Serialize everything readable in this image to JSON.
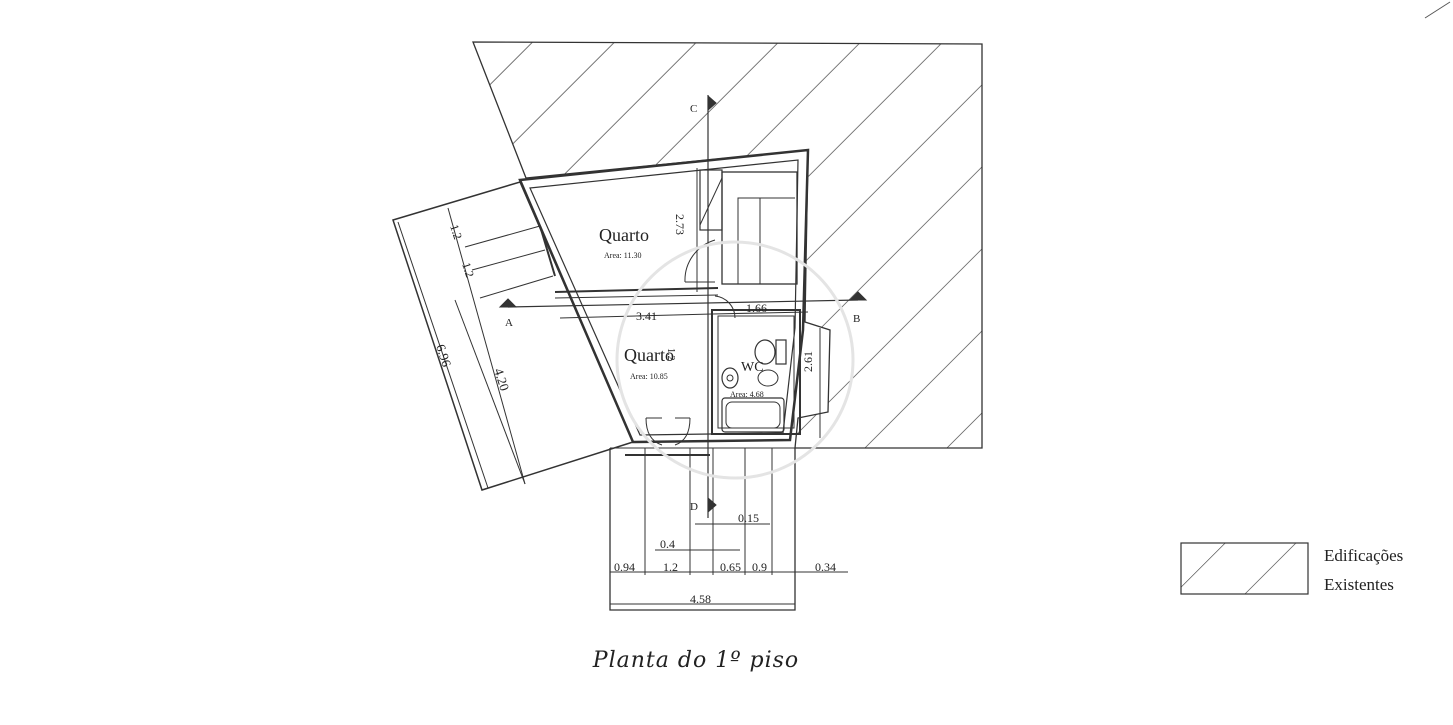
{
  "plan": {
    "title": "Planta do 1º piso",
    "rooms": [
      {
        "name": "Quarto",
        "area_label": "Area: 11.30"
      },
      {
        "name": "Quarto",
        "area_label": "Area: 10.85"
      },
      {
        "name": "WC",
        "area_label": "Area: 4.68"
      }
    ],
    "sections": [
      "A",
      "B",
      "C",
      "D"
    ],
    "dimensions": {
      "left_total": "6.96",
      "left_inner": "4.20",
      "left_step_1": "1.2",
      "left_step_2": "1.2",
      "bedroom_height": "2.73",
      "bedroom_width": "3.41",
      "wc_width": "1.66",
      "wc_height": "2.61",
      "bottom_015": "0.15",
      "bottom_04": "0.4",
      "bottom_094": "0.94",
      "bottom_12": "1.2",
      "bottom_065": "0.65",
      "bottom_09": "0.9",
      "bottom_034": "0.34",
      "bottom_total": "4.58",
      "small_mark": "1.2"
    }
  },
  "legend": {
    "line1": "Edificações",
    "line2": "Existentes"
  }
}
